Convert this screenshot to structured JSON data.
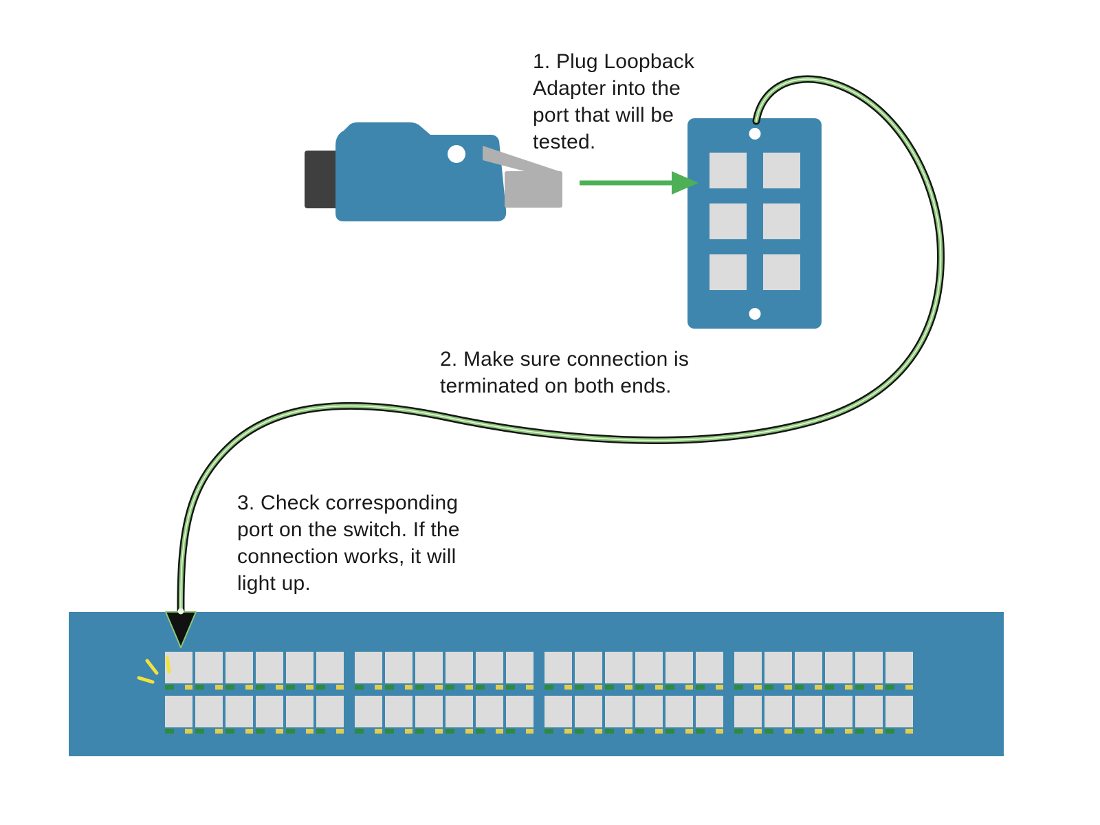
{
  "title": "Loopback adapter test diagram",
  "steps": {
    "step1": "1. Plug Loopback\nAdapter into the\nport that will be\ntested.",
    "step2": "2. Make sure connection is\nterminated on both ends.",
    "step3": "3. Check corresponding\nport on the switch. If the\nconnection works, it will\nlight up."
  },
  "colors": {
    "device_blue": "#3e86ad",
    "port_gray": "#dcdcdc",
    "adapter_cap_dark_gray": "#3f3f3f",
    "connector_gray": "#b0b0b0",
    "cable_green": "#8cc878",
    "cable_outline": "#151515",
    "arrow_green": "#4db056",
    "led_green": "#2e8b3d",
    "led_yellow": "#e2cd4e",
    "ray_yellow": "#f2e23c",
    "text": "#1a1a1a"
  },
  "wall_plate": {
    "port_count": 6,
    "rows": 3,
    "cols": 2,
    "screws": 2
  },
  "switch": {
    "rows": 2,
    "groups_per_row": 4,
    "ports_per_group": 6,
    "ports_per_row": 24,
    "leds_per_port": [
      "green",
      "yellow"
    ],
    "lit_port": {
      "row": 0,
      "index": 0
    }
  },
  "icons": {
    "loopback_adapter": "loopback-adapter-graphic",
    "straight_arrow": "green-arrow-icon",
    "cable": "patch-cable-graphic",
    "cable_arrowhead": "cable-arrowhead-icon",
    "lit_rays": "lit-port-rays-icon"
  }
}
